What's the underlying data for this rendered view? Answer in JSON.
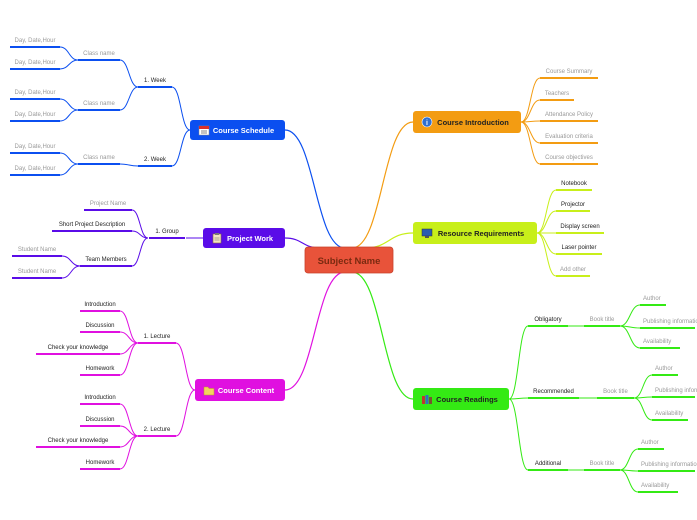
{
  "center": {
    "label": "Subject Name"
  },
  "colors": {
    "center_fill": "#e8533a",
    "center_text": "#7a2a10",
    "schedule": "#0b4ff0",
    "project": "#5a0ce8",
    "content": "#e010e0",
    "intro": "#f39c12",
    "resources": "#c8ef1a",
    "readings": "#34ea14",
    "muted_text": "#999999",
    "dark_text": "#222222"
  },
  "branches": {
    "schedule": {
      "label": "Course Schedule",
      "icon": "calendar-icon",
      "weeks": [
        {
          "label": "1. Week",
          "classes": [
            {
              "label": "Class name",
              "items": [
                "Day, Date,Hour",
                "Day, Date,Hour"
              ]
            },
            {
              "label": "Class name",
              "items": [
                "Day, Date,Hour",
                "Day, Date,Hour"
              ]
            }
          ]
        },
        {
          "label": "2. Week",
          "classes": [
            {
              "label": "Class name",
              "items": [
                "Day, Date,Hour",
                "Day, Date,Hour"
              ]
            }
          ]
        }
      ]
    },
    "project": {
      "label": "Project Work",
      "icon": "clipboard-icon",
      "group": {
        "label": "1. Group",
        "project_name": "Project Name",
        "short_description": "Short Project Description",
        "team": {
          "label": "Team Members",
          "students": [
            "Student Name",
            "Student Name"
          ]
        }
      }
    },
    "content": {
      "label": "Course Content",
      "icon": "folder-icon",
      "lectures": [
        {
          "label": "1. Lecture",
          "items": [
            "Introduction",
            "Discussion",
            "Check your knowledge",
            "Homework"
          ]
        },
        {
          "label": "2. Lecture",
          "items": [
            "Introduction",
            "Discussion",
            "Check your knowledge",
            "Homework"
          ]
        }
      ]
    },
    "intro": {
      "label": "Course Introduction",
      "icon": "info-icon",
      "items": [
        "Course Summary",
        "Teachers",
        "Attendance Policy",
        "Evaluation criteria",
        "Course objectives"
      ]
    },
    "resources": {
      "label": "Resource Requirements",
      "icon": "monitor-icon",
      "items": [
        "Notebook",
        "Projector",
        "Display screen",
        "Laser pointer",
        "Add other"
      ]
    },
    "readings": {
      "label": "Course Readings",
      "icon": "books-icon",
      "groups": [
        {
          "label": "Obligatory",
          "book": "Book title",
          "details": [
            "Author",
            "Publishing information",
            "Availability"
          ]
        },
        {
          "label": "Recommended",
          "book": "Book title",
          "details": [
            "Author",
            "Publishing information",
            "Availability"
          ]
        },
        {
          "label": "Additional",
          "book": "Book title",
          "details": [
            "Author",
            "Publishing information",
            "Availability"
          ]
        }
      ]
    }
  }
}
